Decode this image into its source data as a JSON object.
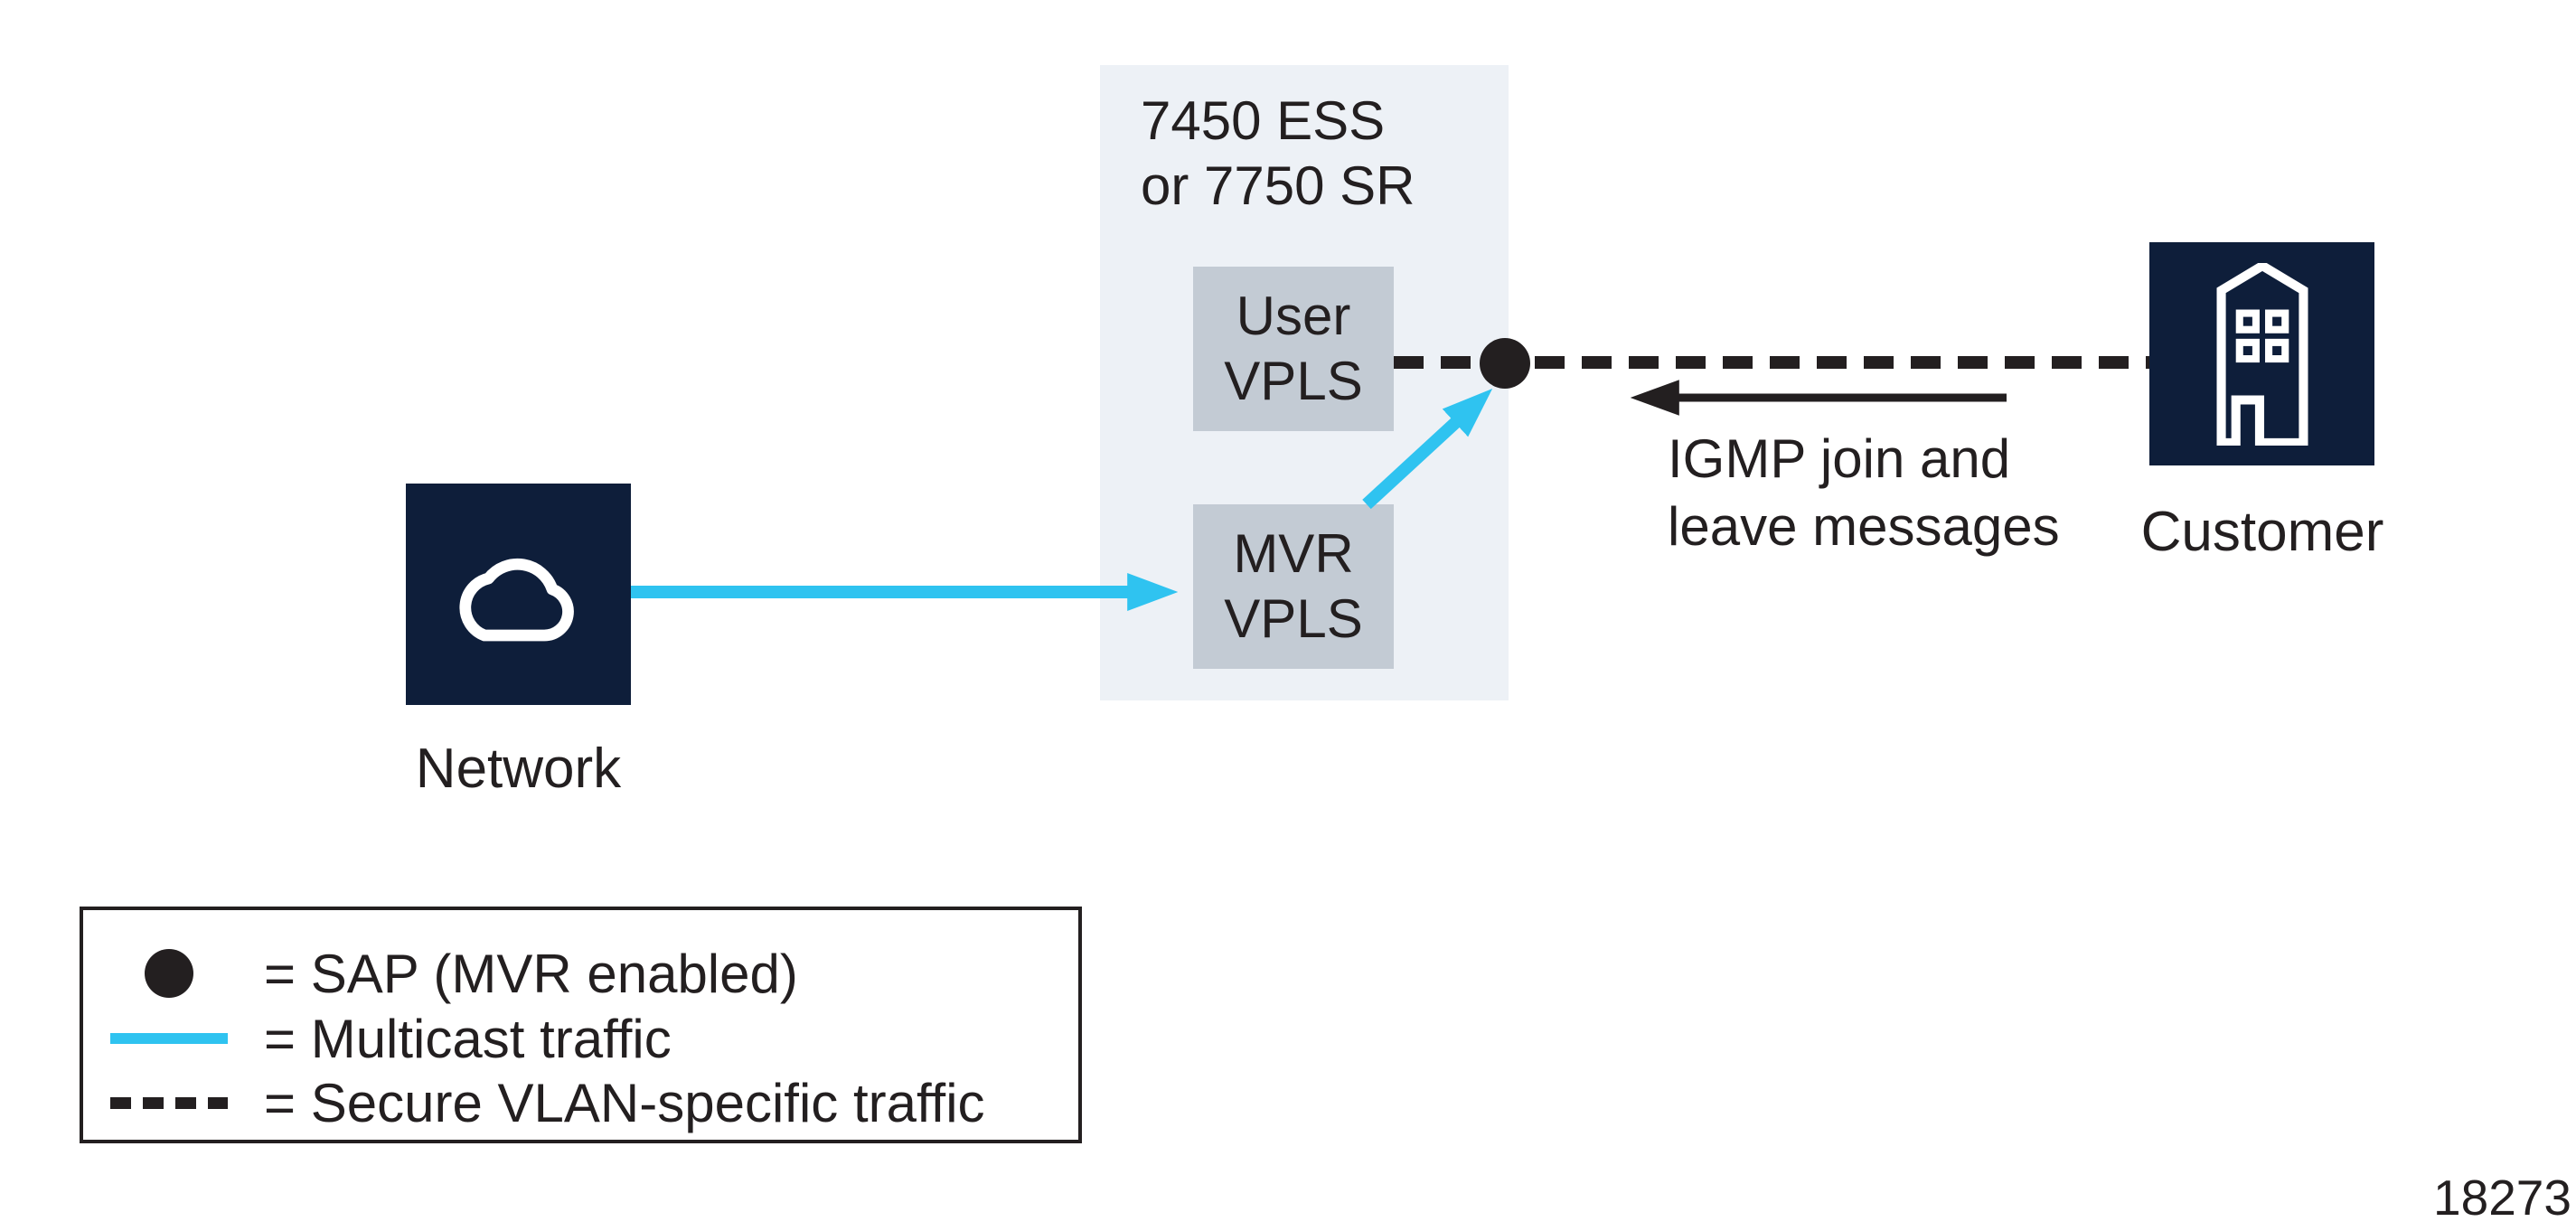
{
  "colors": {
    "navy": "#0e1e3a",
    "panel": "#edf1f6",
    "box": "#c3cbd4",
    "cyan": "#2fc3f0",
    "ink": "#231f20"
  },
  "router_panel": {
    "title_line1": "7450 ESS",
    "title_line2": "or 7750 SR",
    "user_vpls": {
      "line1": "User",
      "line2": "VPLS"
    },
    "mvr_vpls": {
      "line1": "MVR",
      "line2": "VPLS"
    }
  },
  "nodes": {
    "network": {
      "label": "Network",
      "icon": "cloud-icon"
    },
    "customer": {
      "label": "Customer",
      "icon": "building-icon"
    }
  },
  "connections": {
    "sap_dot": "sap-dot",
    "multicast_arrow": "multicast-traffic-arrow",
    "mvr_to_sap_arrow": "mvr-to-sap-arrow",
    "secure_vlan_line": "secure-vlan-dashed-line",
    "igmp_arrow": "igmp-left-arrow"
  },
  "annotations": {
    "igmp_line1": "IGMP join and",
    "igmp_line2": "leave messages"
  },
  "legend": {
    "items": [
      {
        "symbol": "sap-dot",
        "label": "= SAP (MVR enabled)"
      },
      {
        "symbol": "multicast-line",
        "label": "= Multicast traffic"
      },
      {
        "symbol": "secure-vlan-dashed-line",
        "label": "= Secure VLAN-specific traffic"
      }
    ]
  },
  "figure_number": "18273"
}
